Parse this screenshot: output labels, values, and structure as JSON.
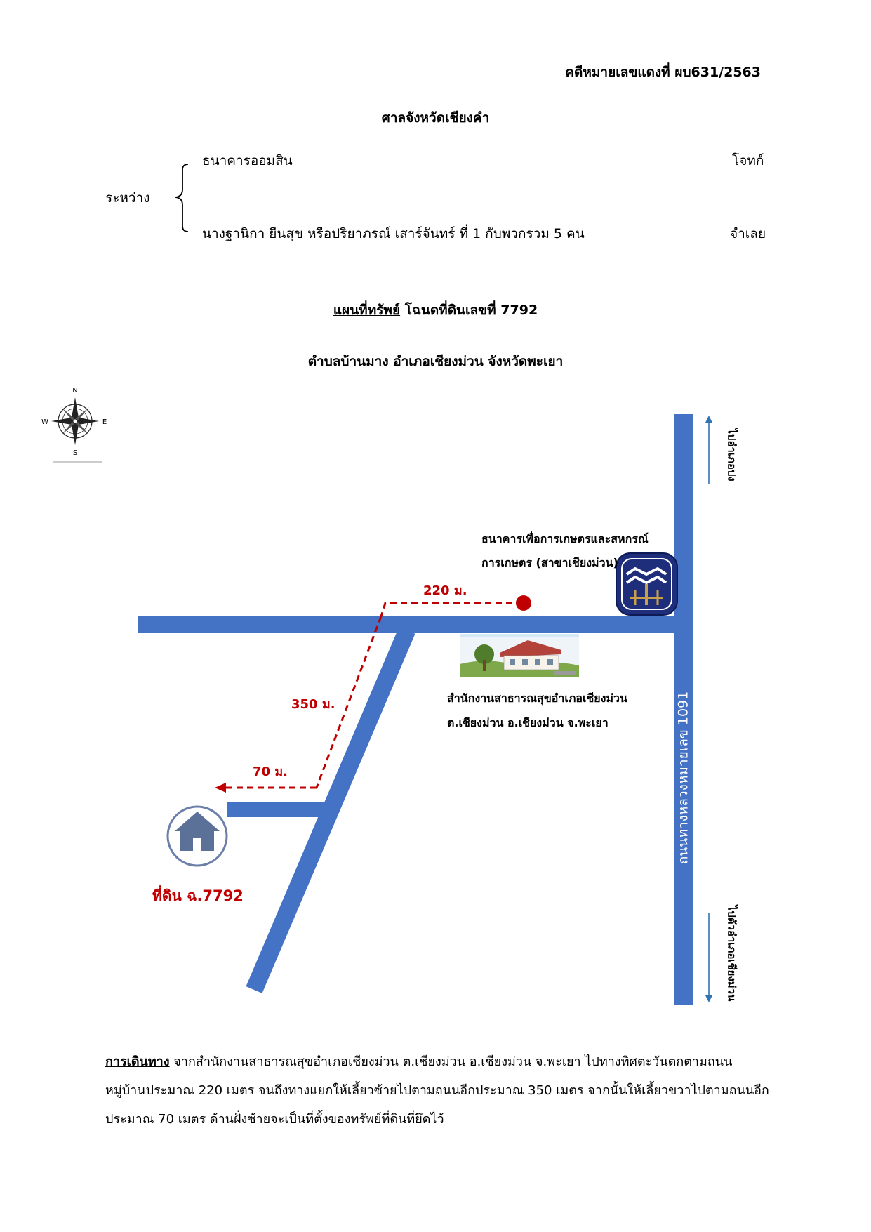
{
  "header": {
    "case_number": "คดีหมายเลขแดงที่ ผบ631/2563",
    "court": "ศาลจังหวัดเชียงคำ"
  },
  "parties": {
    "between_label": "ระหว่าง",
    "plaintiff_name": "ธนาคารออมสิน",
    "plaintiff_role": "โจทก์",
    "defendant_name": "นางฐานิกา ยืนสุข หรือปริยาภรณ์ เสาร์จันทร์ ที่ 1 กับพวกรวม 5 คน",
    "defendant_role": "จำเลย"
  },
  "title": {
    "map_label": "แผนที่ทรัพย์",
    "deed_text": " โฉนดที่ดินเลขที่ 7792",
    "location": "ตำบลบ้านมาง อำเภอเชียงม่วน จังหวัดพะเยา"
  },
  "compass": {
    "n": "N",
    "s": "S",
    "e": "E",
    "w": "W"
  },
  "map": {
    "road_color": "#4472c4",
    "route_color": "#c00000",
    "arrow_color": "#2e75b6",
    "highway_label": "ถนนทางหลวงหมายเลข 1091",
    "to_pong_label": "ไปอำเภอปง",
    "to_chiangmuan_label": "ไปตัวอำเภอเชียงม่วน",
    "bank_name_line1": "ธนาคารเพื่อการเกษตรและสหกรณ์",
    "bank_name_line2": "การเกษตร (สาขาเชียงม่วน)",
    "health_office_line1": "สำนักงานสาธารณสุขอำเภอเชียงม่วน",
    "health_office_line2": "ต.เชียงม่วน อ.เชียงม่วน จ.พะเยา",
    "distance_1": "220 ม.",
    "distance_2": "350 ม.",
    "distance_3": "70 ม.",
    "land_label": "ที่ดิน ฉ.7792",
    "icons": [
      "compass-rose-icon",
      "bank-logo-icon",
      "house-icon"
    ]
  },
  "directions": {
    "label": "การเดินทาง",
    "text": " จากสำนักงานสาธารณสุขอำเภอเชียงม่วน ต.เชียงม่วน อ.เชียงม่วน จ.พะเยา ไปทางทิศตะวันตกตามถนนหมู่บ้านประมาณ 220 เมตร จนถึงทางแยกให้เลี้ยวซ้ายไปตามถนนอีกประมาณ 350 เมตร จากนั้นให้เลี้ยวขวาไปตามถนนอีกประมาณ 70 เมตร ด้านฝั่งซ้ายจะเป็นที่ตั้งของทรัพย์ที่ดินที่ยึดไว้"
  }
}
